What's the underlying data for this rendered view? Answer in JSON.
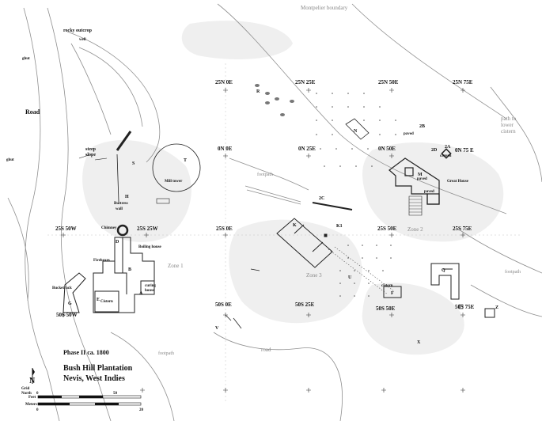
{
  "title_block": {
    "phase": "Phase II  ca. 1800",
    "title_line1": "Bush Hill Plantation",
    "title_line2": "Nevis, West Indies"
  },
  "north_arrow": {
    "letter": "N",
    "label_line1": "Grid",
    "label_line2": "North"
  },
  "scale_bar": {
    "feet_label": "Feet",
    "meters_label": "Meters",
    "feet_mid": "50",
    "meters_start": "0",
    "meters_end": "20",
    "feet_start": "0"
  },
  "grid_labels": [
    "25N 0E",
    "25N 25E",
    "25N 50E",
    "25N 75E",
    "0N 0E",
    "0N 25E",
    "0N 50E",
    "0N 75 E",
    "25S 50W",
    "25S 25W",
    "25S 0E",
    "25S 50E",
    "25S 75E",
    "50S 50W",
    "50S 0E",
    "50S 25E",
    "50S 50E",
    "50S 75E"
  ],
  "features": {
    "road": "Road",
    "road_lower": "road",
    "rocky_outcrop": "rocky outcrop",
    "well": "well",
    "ghut_top": "ghut",
    "ghut_left": "ghut",
    "steep_slope": "steep\nslope",
    "footpath_1": "footpath",
    "footpath_2": "footpath",
    "footpath_3": "footpath",
    "montpelier_boundary": "Montpelier boundary",
    "path_to_cistern": "path to\nlower\ncistern",
    "mill_tower": "Mill tower",
    "buttress_wall": "Buttress\nwall",
    "chimney": "Chimney",
    "boiling_house": "Boiling house",
    "fireboxes": "Fireboxes",
    "curing_house": "curing\nhouse",
    "bucketrack": "Bucketrack",
    "cistern_e": "Cistern",
    "great_house": "Great House",
    "paved_1": "paved",
    "paved_2": "paved",
    "paved_3": "paved",
    "cistern_2a": "cistern",
    "cistern_f": "cistern",
    "zone_1": "Zone 1",
    "zone_2": "Zone 2",
    "zone_3": "Zone 3"
  },
  "site_letters": [
    "A",
    "B",
    "D",
    "E",
    "F",
    "G",
    "H",
    "K",
    "K1",
    "M",
    "N",
    "Q",
    "R",
    "S",
    "T",
    "U",
    "V",
    "X",
    "Z",
    "2A",
    "2B",
    "2C",
    "2D"
  ],
  "colors": {
    "ink": "#111111",
    "gray_line": "#9a9a9a",
    "label_gray": "#8a8a8a",
    "zone_fill": "#ececec"
  }
}
